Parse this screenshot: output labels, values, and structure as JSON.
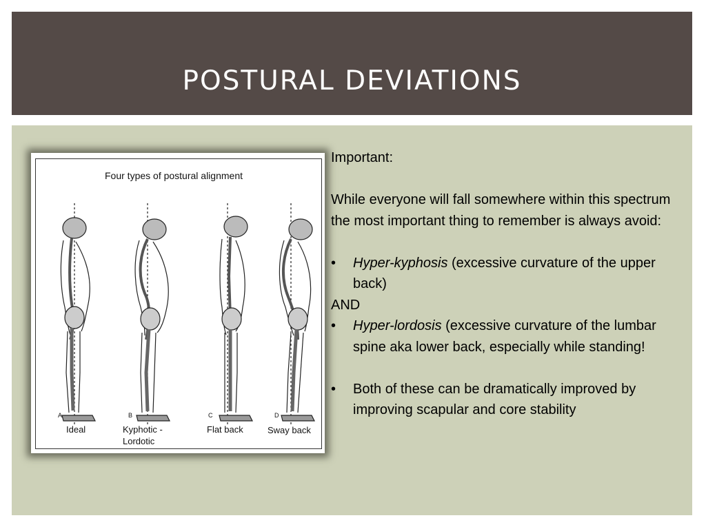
{
  "slide": {
    "title": "Postural Deviations"
  },
  "figure": {
    "title": "Four types of postural alignment",
    "postures": [
      {
        "letter": "A",
        "label": "Ideal"
      },
      {
        "letter": "B",
        "label": "Kyphotic -\nLordotic"
      },
      {
        "letter": "C",
        "label": "Flat back"
      },
      {
        "letter": "D",
        "label": "Sway back"
      }
    ]
  },
  "body": {
    "intro": "Important:",
    "paragraph": "While everyone will fall somewhere within this spectrum the most important thing to remember is always avoid:",
    "bullet1_em": "Hyper-kyphosis",
    "bullet1_rest": " (excessive curvature of the upper back)",
    "and_text": "AND",
    "bullet2_em": "Hyper-lordosis",
    "bullet2_rest": " (excessive curvature of the lumbar spine aka lower back, especially while standing!",
    "bullet3": "Both of these can be dramatically improved by improving scapular and core stability",
    "bullet_symbol": "•"
  },
  "colors": {
    "title_bar": "#544a47",
    "content_bg": "#cdd1b8"
  }
}
